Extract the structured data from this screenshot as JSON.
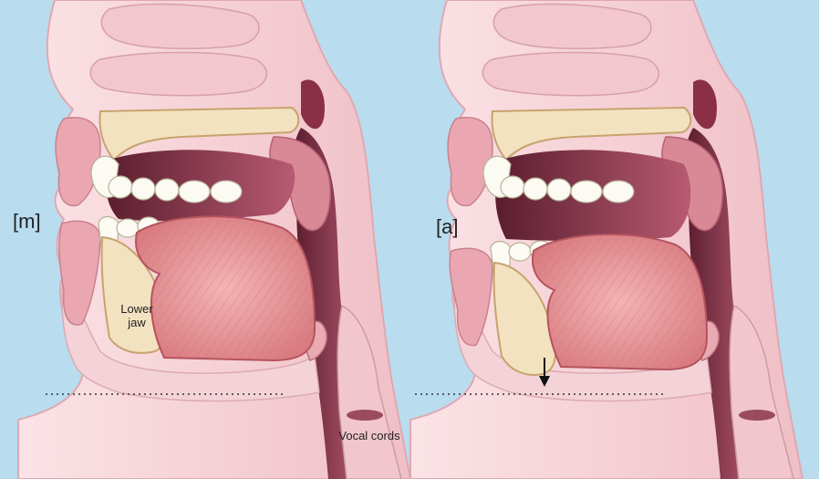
{
  "panels": [
    {
      "sound_label": "[m]",
      "jaw_label_line1": "Lower",
      "jaw_label_line2": "jaw"
    },
    {
      "sound_label": "[a]"
    }
  ],
  "vocal_cords_label": "Vocal cords",
  "colors": {
    "background": "#b9dcef",
    "skin": "#f4cfd4",
    "tissue": "#e8a4a9",
    "tongue": "#e28c8e",
    "cavity": "#a84d66",
    "bone": "#f3e2c0",
    "teeth": "#fbfbf4"
  }
}
